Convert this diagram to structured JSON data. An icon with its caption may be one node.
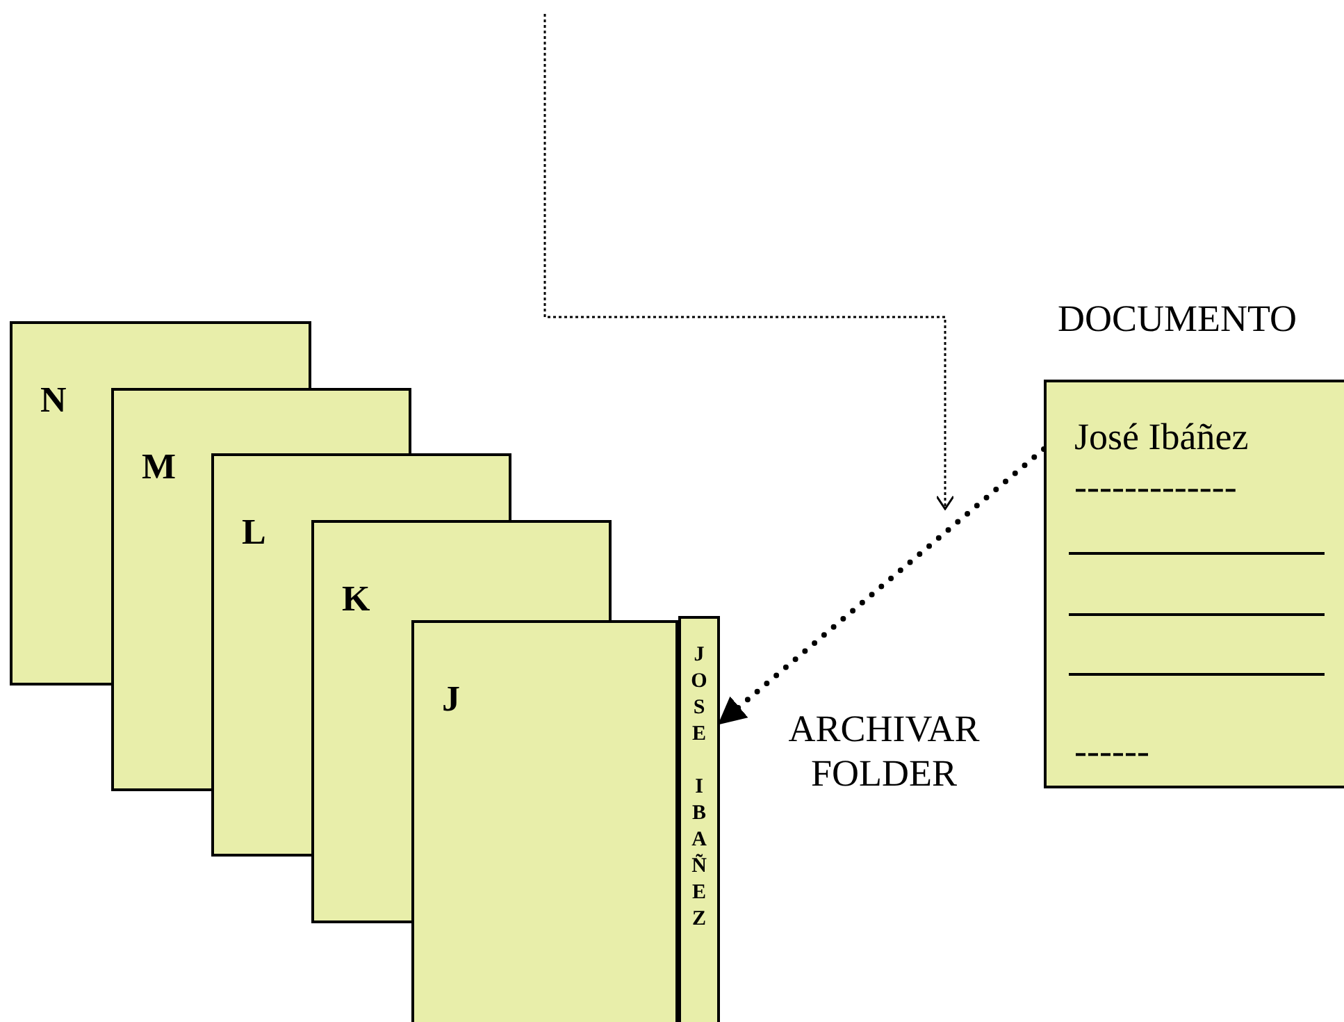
{
  "diagram": {
    "nodes": [
      {
        "text": [
          "N"
        ]
      },
      {
        "text": [
          "M"
        ]
      },
      {
        "text": [
          "L"
        ]
      },
      {
        "text": [
          "K"
        ]
      },
      {
        "text": [
          "J"
        ]
      },
      {
        "text": [
          "JOSE IBAÑEZ"
        ]
      },
      {
        "text": [
          "José Ibáñez",
          "-------------",
          "------"
        ],
        "beside": [
          "DOCUMENTO"
        ]
      }
    ],
    "edges": [
      {
        "from": 6,
        "to": 5,
        "arrow": "to",
        "style": "dashed"
      }
    ],
    "labels": [
      "ARCHIVAR FOLDER"
    ]
  }
}
